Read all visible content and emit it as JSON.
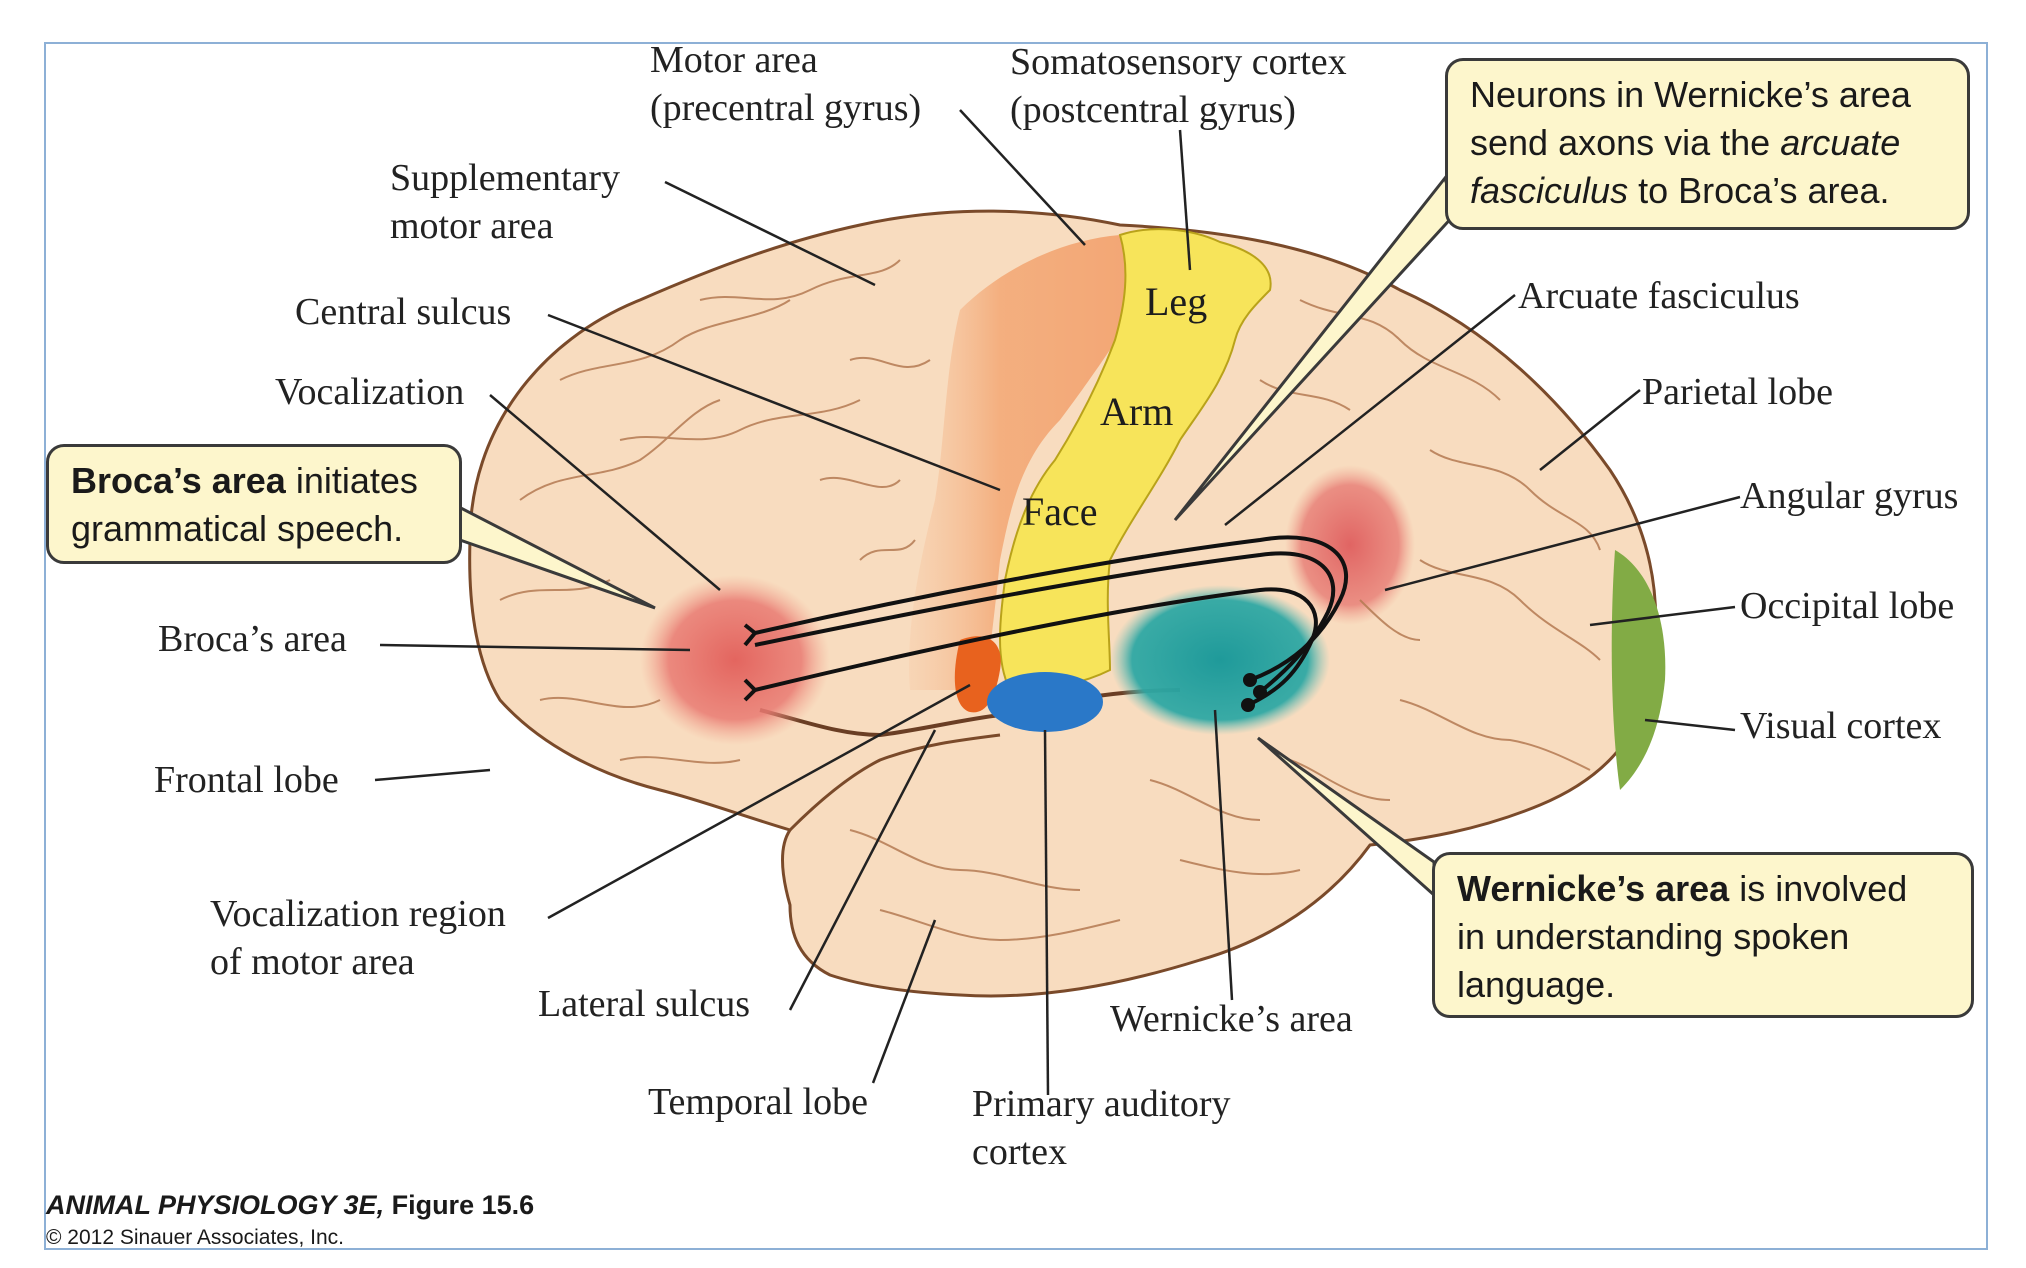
{
  "labels": {
    "motor_area_1": "Motor area",
    "motor_area_2": "(precentral gyrus)",
    "somato_1": "Somatosensory cortex",
    "somato_2": "(postcentral gyrus)",
    "supp_1": "Supplementary",
    "supp_2": "motor area",
    "central_sulcus": "Central sulcus",
    "vocalization": "Vocalization",
    "brocas_area": "Broca’s area",
    "frontal_lobe": "Frontal lobe",
    "voc_region_1": "Vocalization region",
    "voc_region_2": "of motor area",
    "lateral_sulcus": "Lateral sulcus",
    "temporal_lobe": "Temporal lobe",
    "primary_auditory_1": "Primary auditory",
    "primary_auditory_2": "cortex",
    "wernickes_area": "Wernicke’s area",
    "visual_cortex": "Visual cortex",
    "occipital_lobe": "Occipital lobe",
    "angular_gyrus": "Angular gyrus",
    "parietal_lobe": "Parietal lobe",
    "arcuate_fasciculus": "Arcuate fasciculus",
    "leg": "Leg",
    "arm": "Arm",
    "face": "Face"
  },
  "callouts": {
    "top_right": {
      "line1": "Neurons in Wernicke’s area",
      "line2_a": "send axons via the ",
      "line2_b": "arcuate",
      "line3_a": "fasciculus",
      "line3_b": " to Broca’s area."
    },
    "broca": {
      "bold": "Broca’s area",
      "rest1": " initiates",
      "line2": "grammatical speech."
    },
    "wernicke": {
      "bold": "Wernicke’s area",
      "rest1": " is involved",
      "line2": "in understanding spoken",
      "line3": "language."
    }
  },
  "credit": {
    "book": "ANIMAL PHYSIOLOGY 3E,",
    "figure": " Figure 15.6",
    "copyright": "© 2012 Sinauer Associates, Inc."
  },
  "colors": {
    "brain": "#f8dcbf",
    "motor": "#f4b184",
    "somatosensory": "#f7e45a",
    "broca": "#e8706a",
    "wernicke": "#2aa0a0",
    "auditory": "#2a78c8",
    "vocal_motor": "#e8621e",
    "angular": "#e06a6a",
    "visual": "#7aa63c"
  }
}
